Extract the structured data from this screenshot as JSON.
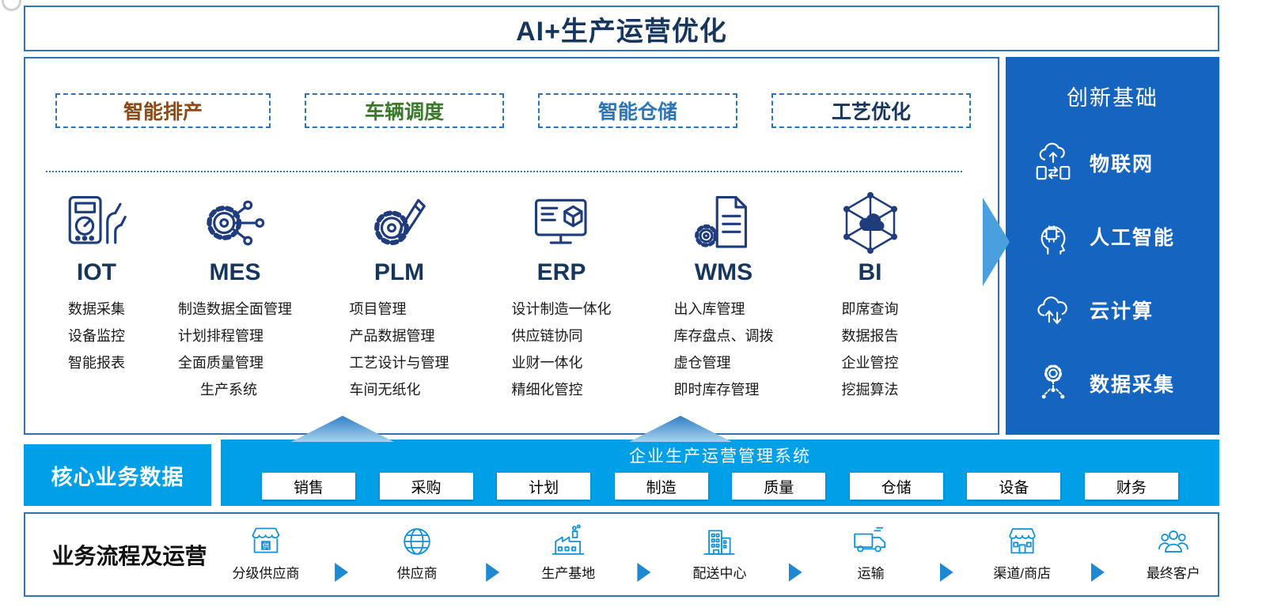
{
  "title": "AI+生产运营优化",
  "capabilities": {
    "items": [
      {
        "label": "智能排产",
        "color": "#8C4A17"
      },
      {
        "label": "车辆调度",
        "color": "#3A7A2A"
      },
      {
        "label": "智能仓储",
        "color": "#2E75B6"
      },
      {
        "label": "工艺优化",
        "color": "#17365D"
      }
    ]
  },
  "systems": [
    {
      "name": "IOT",
      "features": [
        "数据采集",
        "设备监控",
        "智能报表"
      ]
    },
    {
      "name": "MES",
      "features": [
        "制造数据全面管理",
        "计划排程管理",
        "全面质量管理",
        "生产系统"
      ]
    },
    {
      "name": "PLM",
      "features": [
        "项目管理",
        "产品数据管理",
        "工艺设计与管理",
        "车间无纸化"
      ]
    },
    {
      "name": "ERP",
      "features": [
        "设计制造一体化",
        "供应链协同",
        "业财一体化",
        "精细化管控"
      ]
    },
    {
      "name": "WMS",
      "features": [
        "出入库管理",
        "库存盘点、调拨",
        "虚仓管理",
        "即时库存管理"
      ]
    },
    {
      "name": "BI",
      "features": [
        "即席查询",
        "数据报告",
        "企业管控",
        "挖掘算法"
      ]
    }
  ],
  "innovation": {
    "title": "创新基础",
    "items": [
      {
        "label": "物联网"
      },
      {
        "label": "人工智能"
      },
      {
        "label": "云计算"
      },
      {
        "label": "数据采集"
      }
    ]
  },
  "core_data_label": "核心业务数据",
  "management_system": {
    "title": "企业生产运营管理系统",
    "modules": [
      "销售",
      "采购",
      "计划",
      "制造",
      "质量",
      "仓储",
      "设备",
      "财务"
    ]
  },
  "process": {
    "title": "业务流程及运营",
    "steps": [
      {
        "label": "分级供应商",
        "badge": "供"
      },
      {
        "label": "供应商"
      },
      {
        "label": "生产基地"
      },
      {
        "label": "配送中心"
      },
      {
        "label": "运输"
      },
      {
        "label": "渠道/商店"
      },
      {
        "label": "最终客户"
      }
    ]
  },
  "colors": {
    "accent_blue": "#2E75B6",
    "navy": "#17365D",
    "icon_navy": "#1F3C7C",
    "cyan_band": "#00A0E9",
    "sidebar_blue": "#1565C0",
    "flow_icon_cyan": "#1191D8",
    "arrow_blue": "#1E88D2"
  }
}
